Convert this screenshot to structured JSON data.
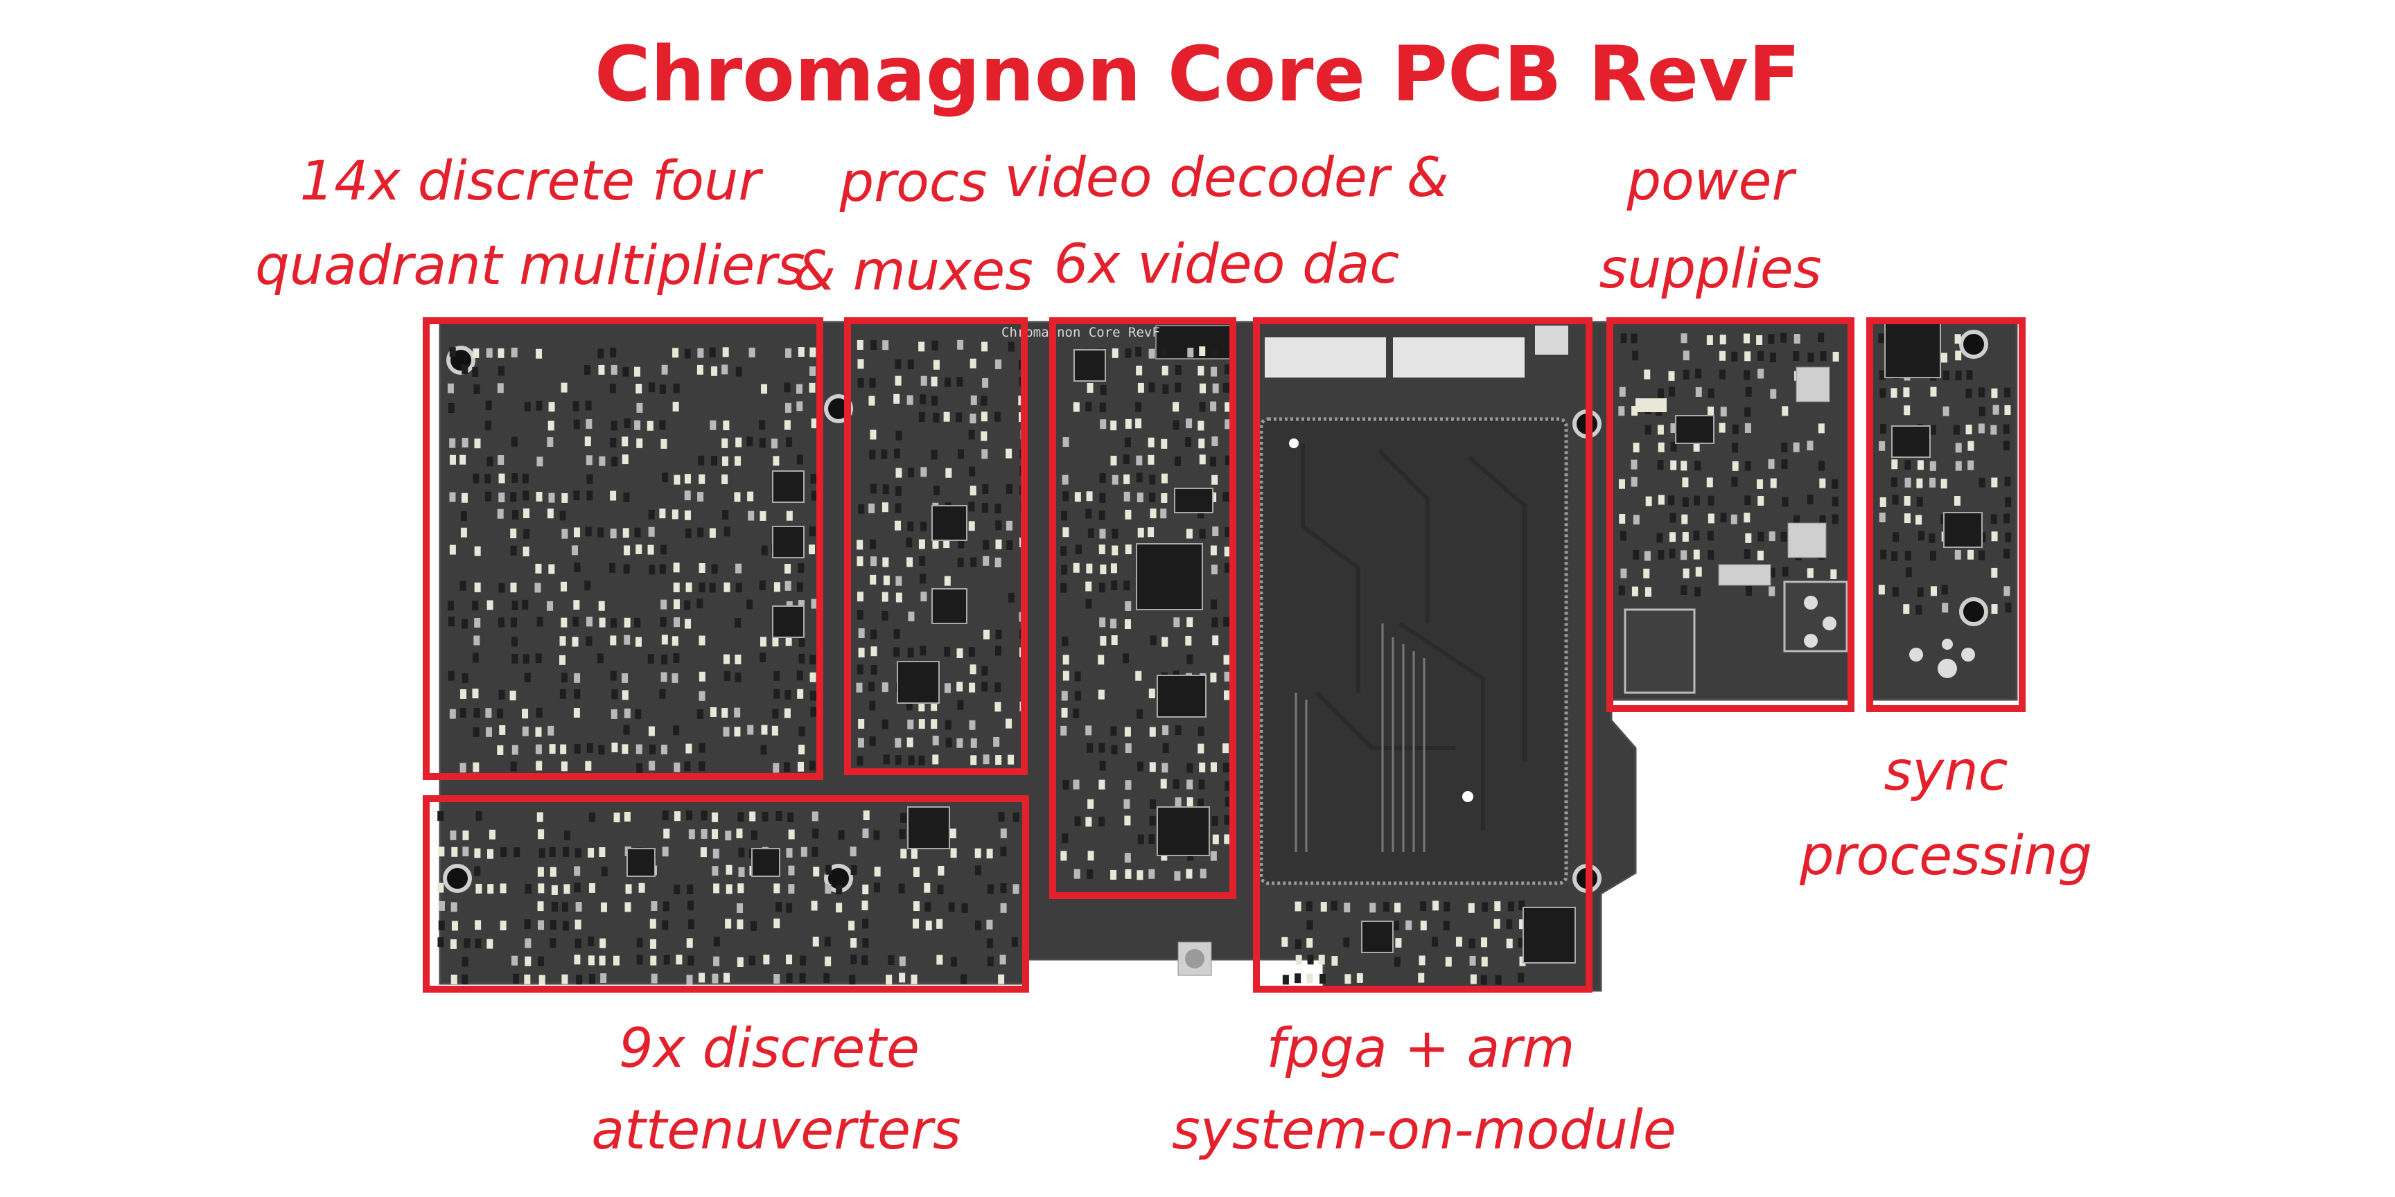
{
  "title": "Chromagnon Core PCB RevF",
  "board_silkscreen": "Chromagnon Core RevF",
  "colors": {
    "accent": "#e3202b",
    "pcb": "#3d3d3d",
    "pcb_dark": "#2c2c2c",
    "component": "#1b1b1b",
    "component_light": "#e8e8d8",
    "silkscreen": "#d8d8d8"
  },
  "regions": [
    {
      "id": "multipliers",
      "label_lines": [
        "14x discrete four",
        "quadrant multipliers"
      ]
    },
    {
      "id": "procs",
      "label_lines": [
        "procs",
        "& muxes"
      ]
    },
    {
      "id": "video",
      "label_lines": [
        "video decoder &",
        "6x video dac"
      ]
    },
    {
      "id": "power",
      "label_lines": [
        "power",
        "supplies"
      ]
    },
    {
      "id": "sync",
      "label_lines": [
        "sync",
        "processing"
      ]
    },
    {
      "id": "attenuverters",
      "label_lines": [
        "9x discrete",
        "attenuverters"
      ]
    },
    {
      "id": "fpga",
      "label_lines": [
        "fpga + arm",
        "system-on-module"
      ]
    }
  ]
}
